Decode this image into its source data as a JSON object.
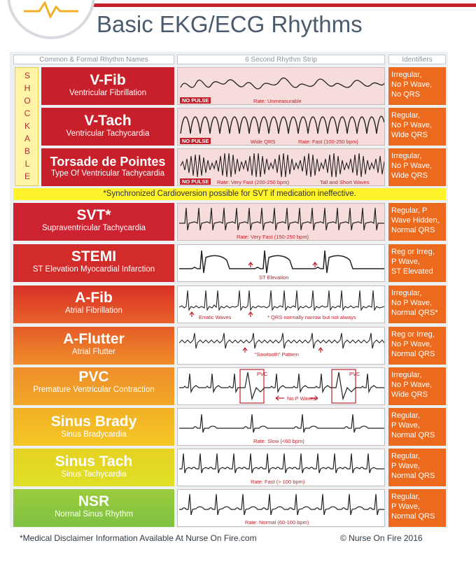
{
  "header": {
    "title": "Basic EKG/ECG Rhythms",
    "col_names": "Common & Formal Rhythm Names",
    "col_strip": "6 Second Rhythm Strip",
    "col_ident": "Identifiers"
  },
  "shockable": [
    "S",
    "H",
    "O",
    "C",
    "K",
    "A",
    "B",
    "L",
    "E"
  ],
  "banner": "*Synchronized Cardioversion possible for SVT if medication ineffective.",
  "rhythms": [
    {
      "name": "V-Fib",
      "formal": "Ventricular Fibrillation",
      "identifiers": [
        "Irregular,",
        "No P Wave,",
        "No QRS"
      ],
      "no_pulse": "NO PULSE",
      "captions": [
        "Rate: Unmeasurable"
      ],
      "color": "#c8202b"
    },
    {
      "name": "V-Tach",
      "formal": "Ventricular Tachycardia",
      "identifiers": [
        "Regular,",
        "No P Wave,",
        "Wide QRS"
      ],
      "no_pulse": "NO PULSE",
      "captions": [
        "Wide QRS",
        "Rate: Fast (100-250 bpm)"
      ],
      "color": "#c8202b"
    },
    {
      "name": "Torsade de Pointes",
      "formal": "Type Of Ventricular Tachycardia",
      "identifiers": [
        "Irregular,",
        "No P Wave,",
        "Wide QRS"
      ],
      "no_pulse": "NO PULSE",
      "captions": [
        "Rate: Very Fast (200-250 bpm)",
        "Tall and Short Waves"
      ],
      "color": "#c8202b"
    },
    {
      "name": "SVT*",
      "formal": "Supraventricular Tachycardia",
      "identifiers": [
        "Regular, P",
        "Wave Hidden,",
        "Normal QRS"
      ],
      "captions": [
        "Rate: Very Fast (150-250 bpm)"
      ],
      "color": "#cd2330"
    },
    {
      "name": "STEMI",
      "formal": "ST Elevation Myocardial Infarction",
      "identifiers": [
        "Reg or Irreg,",
        "P Wave,",
        "ST Elevated"
      ],
      "captions": [
        "ST Elevation"
      ],
      "color": "#d22b2a"
    },
    {
      "name": "A-Fib",
      "formal": "Atrial Fibrillation",
      "identifiers": [
        "Irregular,",
        "No P Wave,",
        "Normal QRS*"
      ],
      "captions": [
        "Erratic Waves",
        "* QRS normally narrow but not always"
      ],
      "color": "#e04c2a"
    },
    {
      "name": "A-Flutter",
      "formal": "Atrial Flutter",
      "identifiers": [
        "Reg or Irreg,",
        "No P Wave,",
        "Normal QRS"
      ],
      "captions": [
        "\"Sawtooth\" Pattern"
      ],
      "color": "#ea6b27"
    },
    {
      "name": "PVC",
      "formal": "Premature Ventricular Contraction",
      "identifiers": [
        "Irregular,",
        "No P Wave,",
        "Wide QRS"
      ],
      "captions": [
        "PVC",
        "No P Waves",
        "PVC"
      ],
      "color": "#f0922a"
    },
    {
      "name": "Sinus Brady",
      "formal": "Sinus Bradycardia",
      "identifiers": [
        "Regular,",
        "P Wave,",
        "Normal QRS"
      ],
      "captions": [
        "Rate: Slow (<60 bpm)"
      ],
      "color": "#f3b826"
    },
    {
      "name": "Sinus Tach",
      "formal": "Sinus Tachycardia",
      "identifiers": [
        "Regular,",
        "P Wave,",
        "Normal QRS"
      ],
      "captions": [
        "Rate: Fast (> 100 bpm)"
      ],
      "color": "#e9d723"
    },
    {
      "name": "NSR",
      "formal": "Normal Sinus Rhythm",
      "identifiers": [
        "Regular,",
        "P Wave,",
        "Normal QRS"
      ],
      "captions": [
        "Rate: Normal (60-100 bpm)"
      ],
      "color": "#8dc63f"
    }
  ],
  "footer": {
    "disclaimer": "*Medical Disclaimer Information Available At Nurse On Fire.com",
    "copyright": "© Nurse On Fire 2016"
  }
}
